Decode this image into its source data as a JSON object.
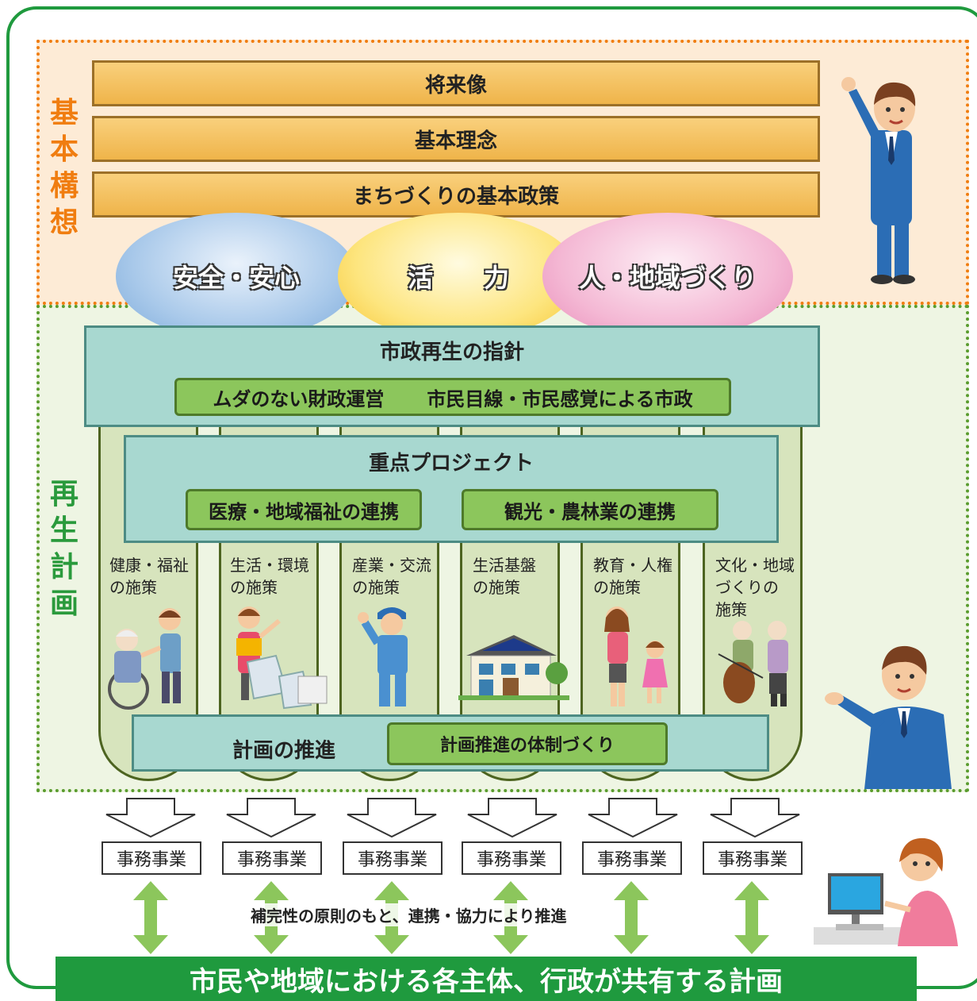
{
  "labels": {
    "kihon_kousou": "基本構想",
    "saisei_keikaku": "再生計画"
  },
  "vision_bars": [
    "将来像",
    "基本理念",
    "まちづくりの基本政策"
  ],
  "themes": [
    "安全・安心",
    "活　　力",
    "人・地域づくり"
  ],
  "shisei": {
    "title": "市政再生の指針",
    "items": [
      "ムダのない財政運営",
      "市民目線・市民感覚による市政"
    ]
  },
  "juten": {
    "title": "重点プロジェクト",
    "items": [
      "医療・地域福祉の連携",
      "観光・農林業の連携"
    ]
  },
  "policies": [
    [
      "健康・福祉",
      "の施策"
    ],
    [
      "生活・環境",
      "の施策"
    ],
    [
      "産業・交流",
      "の施策"
    ],
    [
      "生活基盤",
      "の施策"
    ],
    [
      "教育・人権",
      "の施策"
    ],
    [
      "文化・地域",
      "づくりの",
      "施策"
    ]
  ],
  "suishin": {
    "title": "計画の推進",
    "item": "計画推進の体制づくり"
  },
  "jimu_label": "事務事業",
  "note": "補完性の原則のもと、連携・協力により推進",
  "bottom_banner": "市民や地域における各主体、行政が共有する計画",
  "colors": {
    "frame_green": "#1f9a3e",
    "orange": "#f07d10",
    "arrow_green": "#8cc65c"
  }
}
